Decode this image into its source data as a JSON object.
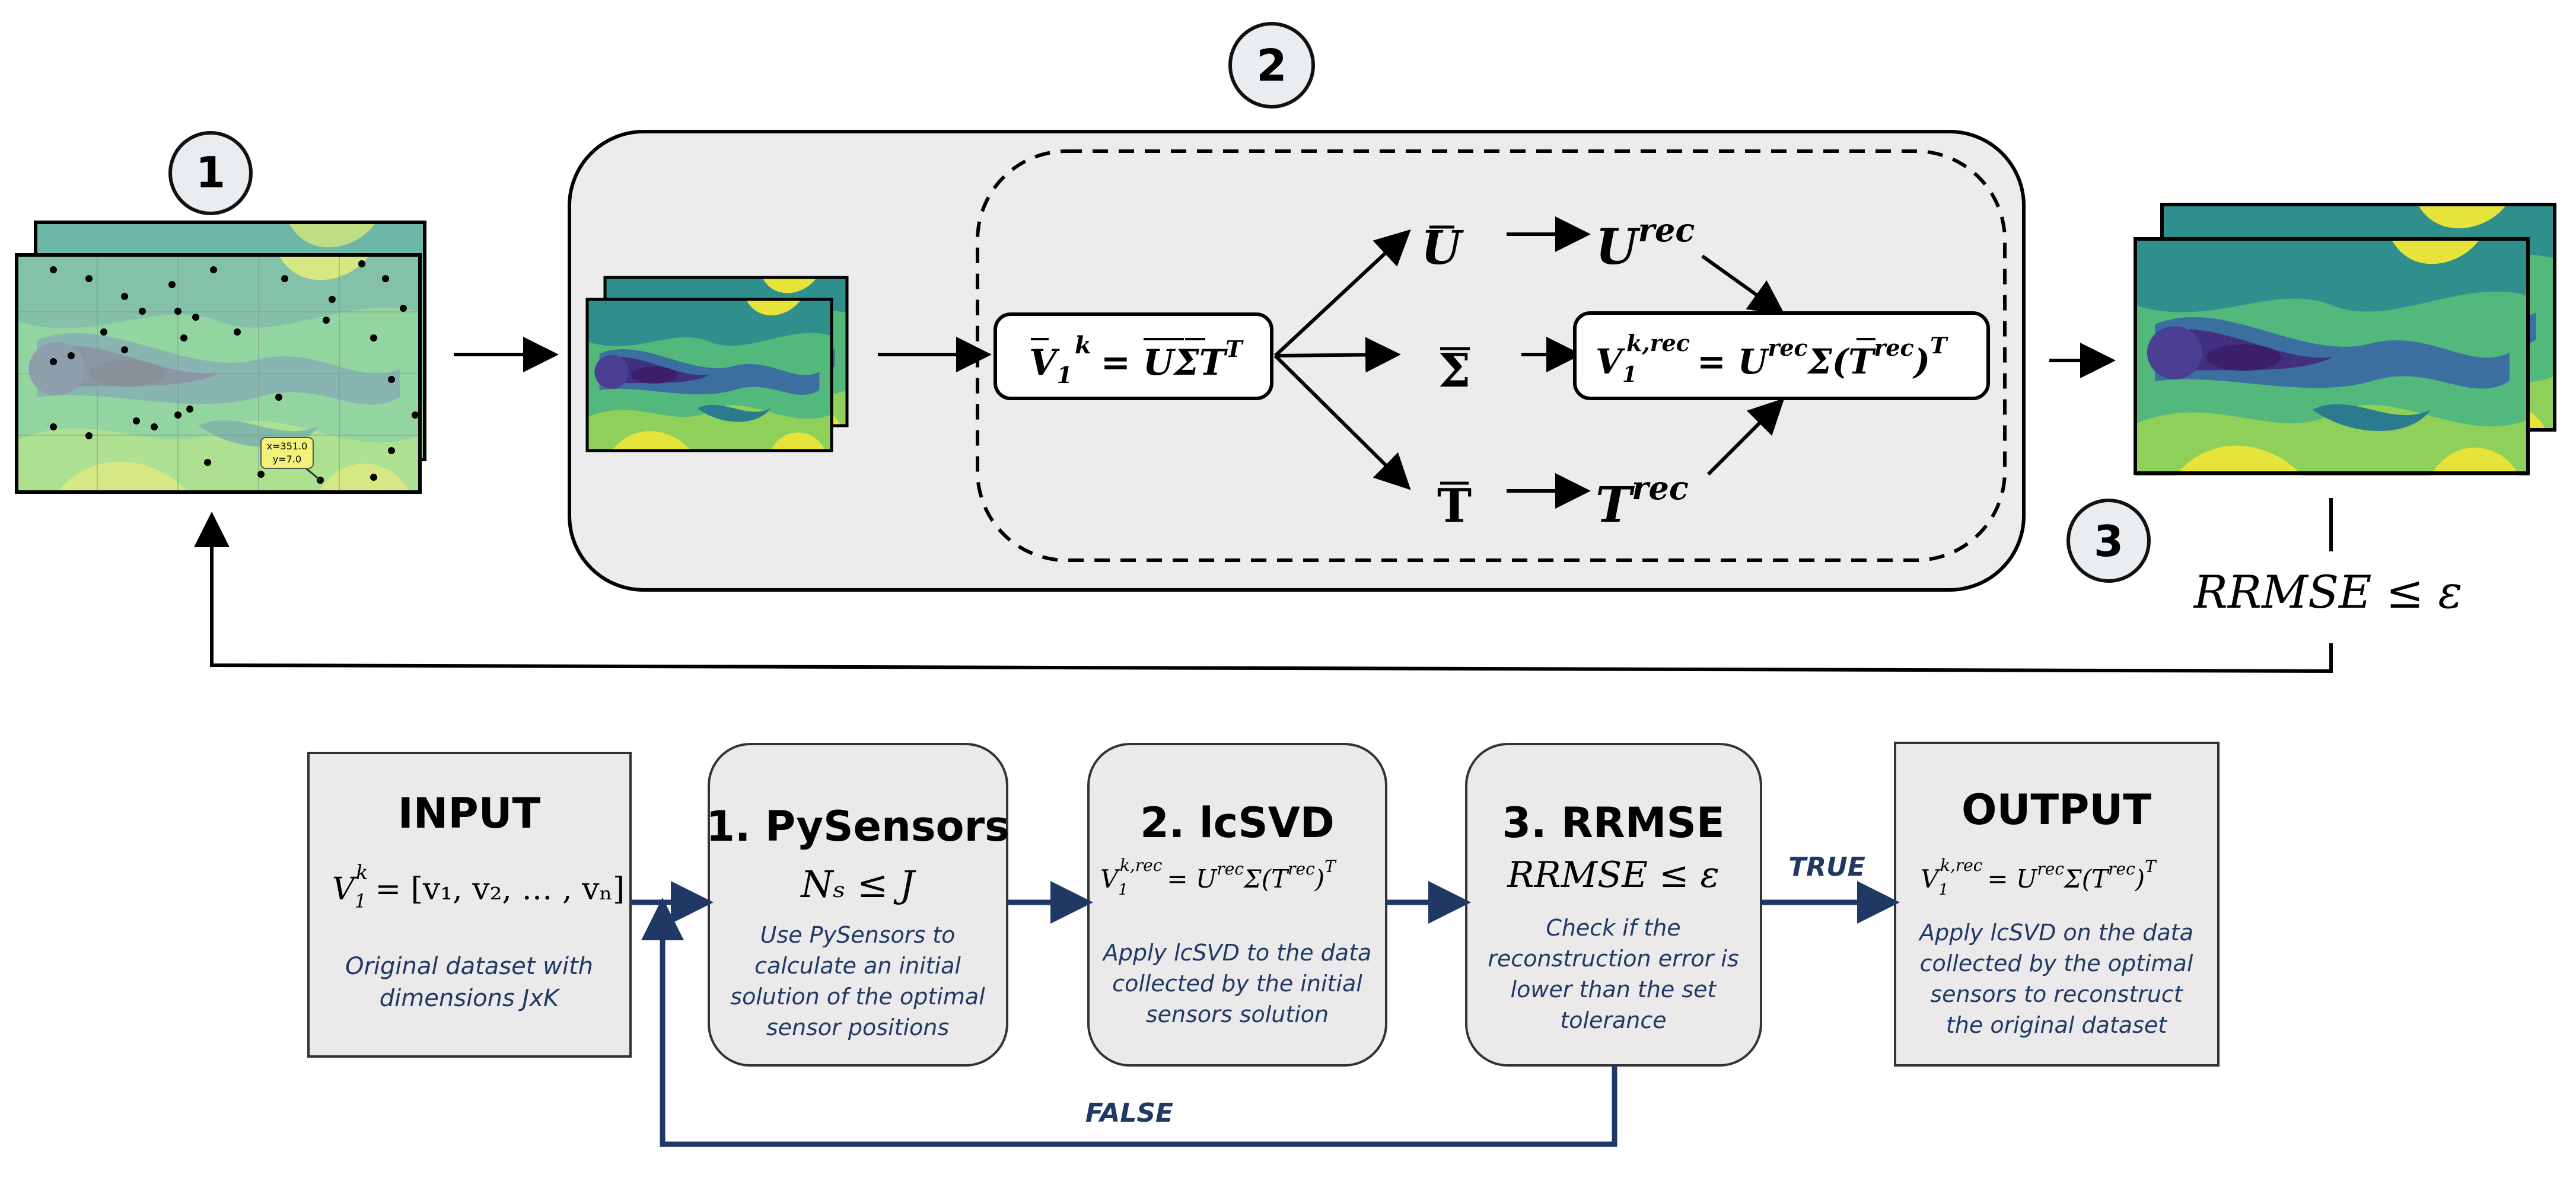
{
  "top": {
    "badges": {
      "one": "1",
      "two": "2",
      "three": "3"
    },
    "eq_left": {
      "V": "V",
      "sub": "1",
      "sup": "k",
      "rhs": "= UΣT",
      "rhs_sup": "T"
    },
    "branches": {
      "U": "U",
      "Sigma": "Σ",
      "T": "T",
      "Urec": "U",
      "Urec_sup": "rec",
      "Trec": "T",
      "Trec_sup": "rec"
    },
    "eq_right": {
      "V": "V",
      "sub": "1",
      "sup": "k,rec",
      "rhs_a": "= U",
      "rhs_a_sup": "rec",
      "rhs_b": "Σ(T",
      "rhs_b_sup": "rec",
      "rhs_c": ")",
      "rhs_c_sup": "T"
    },
    "criterion": "RRMSE ≤  ε",
    "map_tooltip": {
      "line1": "x=351.0",
      "line2": "y=7.0"
    }
  },
  "flow": {
    "input": {
      "title": "INPUT",
      "formula": "V",
      "formula_sub": "1",
      "formula_sup": "k",
      "formula_rhs": "= [v₁, v₂, … , vₙ]",
      "desc": [
        "Original dataset with",
        "dimensions JxK"
      ]
    },
    "step1": {
      "title": "1. PySensors",
      "formula": "Nₛ ≤ J",
      "desc": [
        "Use PySensors to",
        "calculate an initial",
        "solution of the optimal",
        "sensor positions"
      ]
    },
    "step2": {
      "title": "2. lcSVD",
      "formula_V": "V",
      "formula_sub": "1",
      "formula_sup": "k,rec",
      "formula_rhs": "= U",
      "formula_rhs_sup": "rec",
      "formula_rest": "Σ(T",
      "formula_rest_sup": "rec",
      "formula_end": ")",
      "formula_end_sup": "T",
      "desc": [
        "Apply lcSVD to the data",
        "collected by the initial",
        "sensors solution"
      ]
    },
    "step3": {
      "title": "3. RRMSE",
      "formula": "RRMSE ≤ ε",
      "desc": [
        "Check if the",
        "reconstruction error is",
        "lower than the set",
        "tolerance"
      ]
    },
    "output": {
      "title": "OUTPUT",
      "formula_V": "V",
      "formula_sub": "1",
      "formula_sup": "k,rec",
      "formula_rhs": "= U",
      "formula_rhs_sup": "rec",
      "formula_rest": "Σ(T",
      "formula_rest_sup": "rec",
      "formula_end": ")",
      "formula_end_sup": "T",
      "desc": [
        "Apply lcSVD on the data",
        "collected by the optimal",
        "sensors to reconstruct",
        "the original dataset"
      ]
    },
    "true_label": "TRUE",
    "false_label": "FALSE"
  },
  "colors": {
    "navy": "#1f3864",
    "panel": "#ececec",
    "box": "#ebe9e9",
    "field_dark": "#3b1f6b",
    "field_mid": "#2f8f8c",
    "field_light": "#6cc36a",
    "field_yellow": "#e6e33a"
  }
}
